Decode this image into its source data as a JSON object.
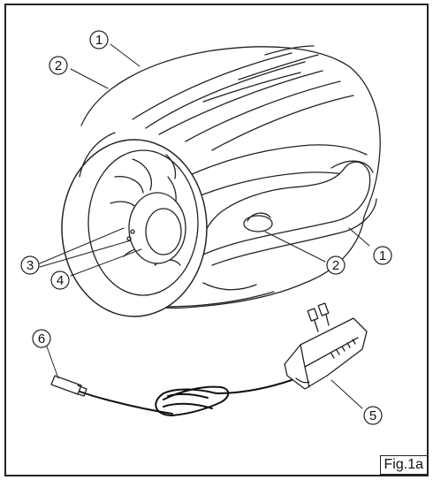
{
  "figure": {
    "label": "Fig.1a",
    "colors": {
      "line": "#222222",
      "background": "#ffffff",
      "cord": "#111111"
    }
  },
  "callouts": [
    {
      "id": "c1-top",
      "number": "1"
    },
    {
      "id": "c2-top",
      "number": "2"
    },
    {
      "id": "c1-right",
      "number": "1"
    },
    {
      "id": "c2-knob",
      "number": "2"
    },
    {
      "id": "c3",
      "number": "3"
    },
    {
      "id": "c4",
      "number": "4"
    },
    {
      "id": "c5",
      "number": "5"
    },
    {
      "id": "c6",
      "number": "6"
    }
  ]
}
